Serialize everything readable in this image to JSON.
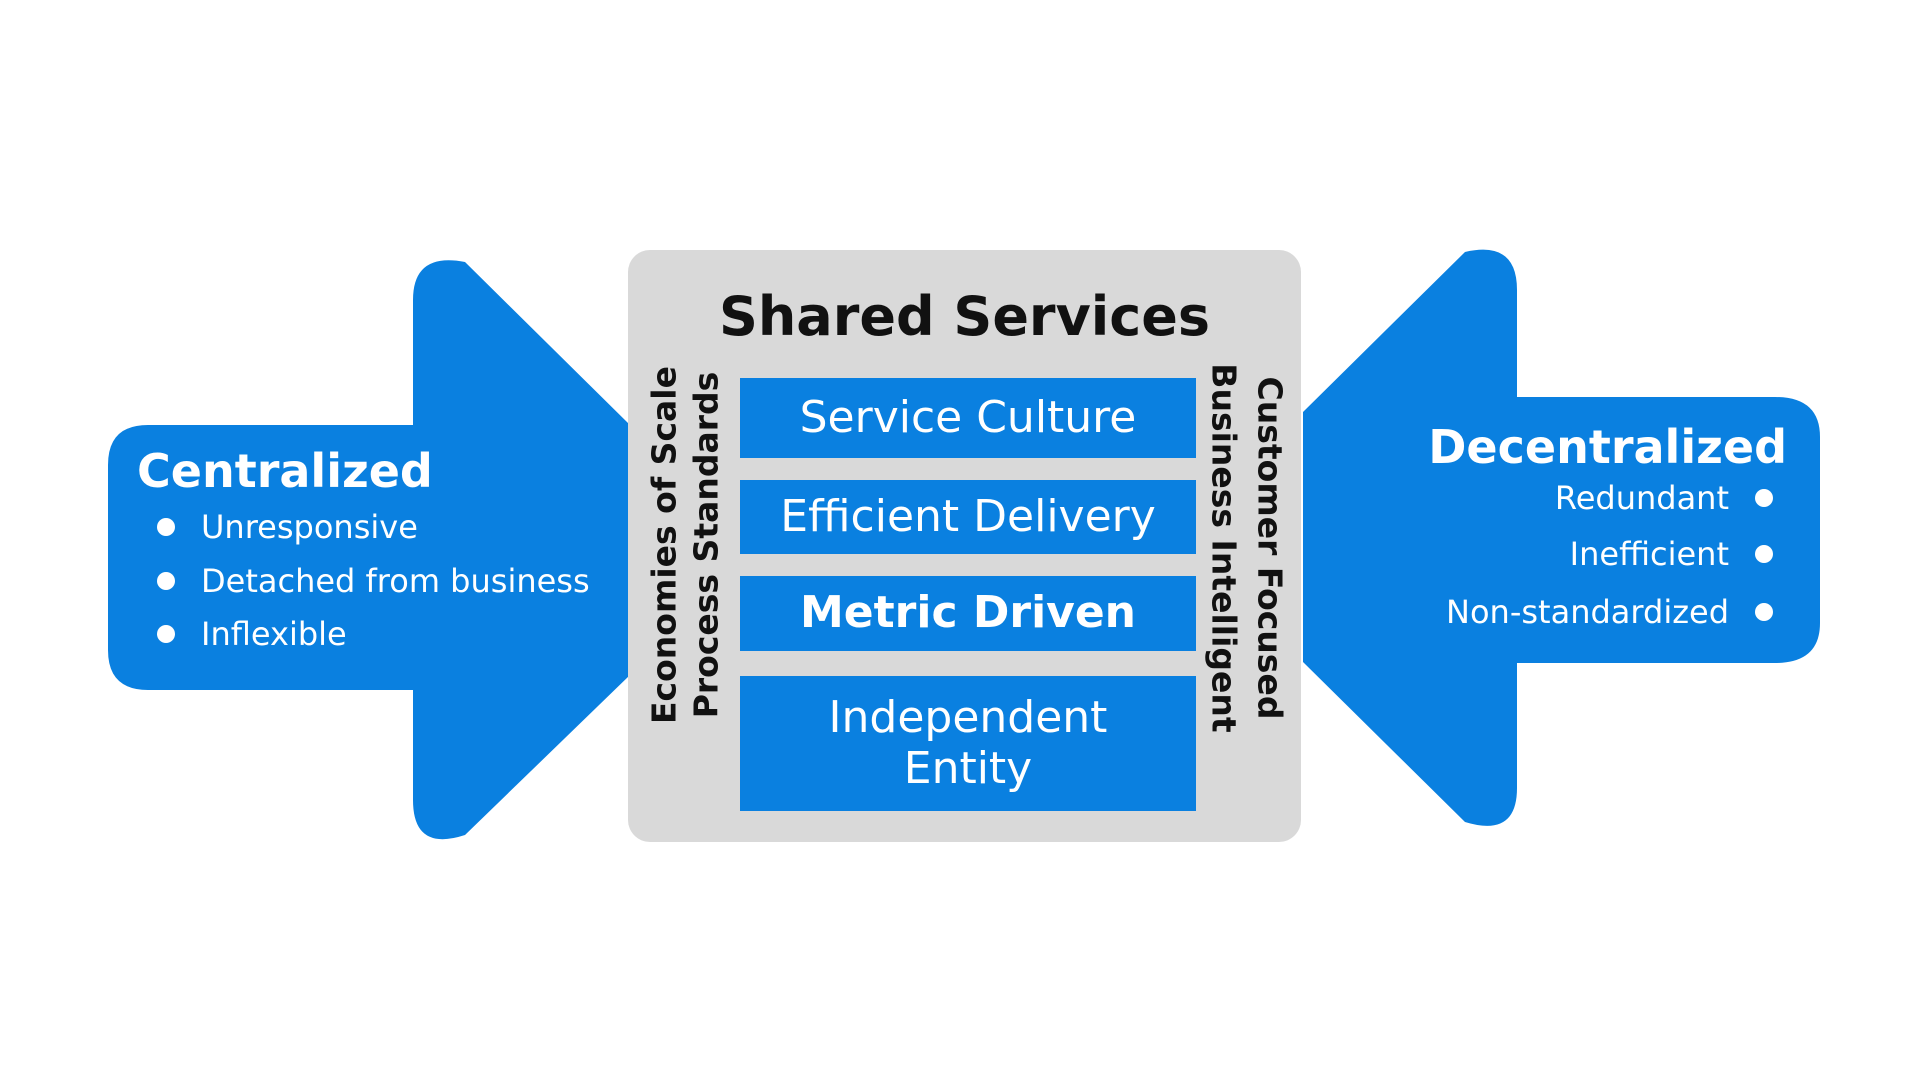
{
  "colors": {
    "arrow_blue": "#0A80E0",
    "panel_gray": "#D9D9D9",
    "dark_text": "#111111",
    "white": "#FFFFFF"
  },
  "left_arrow": {
    "title": "Centralized",
    "items": [
      "Unresponsive",
      "Detached from business",
      "Inflexible"
    ]
  },
  "right_arrow": {
    "title": "Decentralized",
    "items": [
      "Redundant",
      "Inefficient",
      "Non-standardized"
    ]
  },
  "center_panel": {
    "title": "Shared Services",
    "boxes": [
      {
        "label": "Service Culture"
      },
      {
        "label": "Efficient Delivery"
      },
      {
        "label": "Metric Driven"
      },
      {
        "label": "Independent Entity"
      }
    ],
    "left_vertical": [
      "Economies of Scale",
      "Process Standards"
    ],
    "right_vertical": [
      "Customer Focused",
      "Business Intelligent"
    ]
  }
}
